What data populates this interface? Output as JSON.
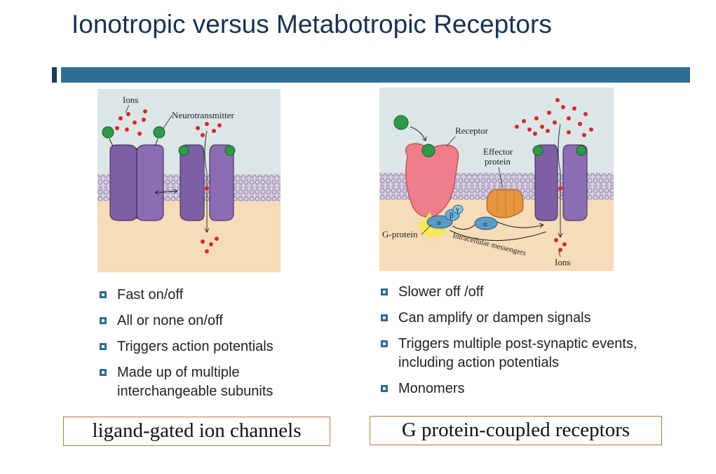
{
  "title": "Ionotropic versus Metabotropic Receptors",
  "left_figure": {
    "label_ions": "Ions",
    "label_neurotransmitter": "Neurotransmitter"
  },
  "right_figure": {
    "label_receptor": "Receptor",
    "label_effector_line1": "Effector",
    "label_effector_line2": "protein",
    "label_g_protein": "G-protein",
    "label_intracellular": "Intracellular messengers",
    "label_ions": "Ions",
    "label_alpha": "α",
    "label_beta": "β",
    "label_gamma": "γ"
  },
  "left_bullets": [
    "Fast on/off",
    "All or none on/off",
    "Triggers action potentials",
    "Made up of multiple interchangeable subunits"
  ],
  "right_bullets": [
    "Slower off /off",
    "Can amplify or dampen signals",
    "Triggers multiple post-synaptic events, including action potentials",
    "Monomers"
  ],
  "left_caption": "ligand-gated ion channels",
  "right_caption": "G protein-coupled receptors",
  "colors": {
    "accent_bar": "#2f6f93",
    "bullet_square": "#2e6a93",
    "caption_border": "#b9773d",
    "channel_purple": "#7d5fa3",
    "receptor_pink": "#ef7d8a",
    "effector_orange": "#e8943e",
    "gprotein_blue": "#5b9bc8",
    "ion_red": "#d22a2a",
    "neurotransmitter_green": "#2f9a4a"
  }
}
